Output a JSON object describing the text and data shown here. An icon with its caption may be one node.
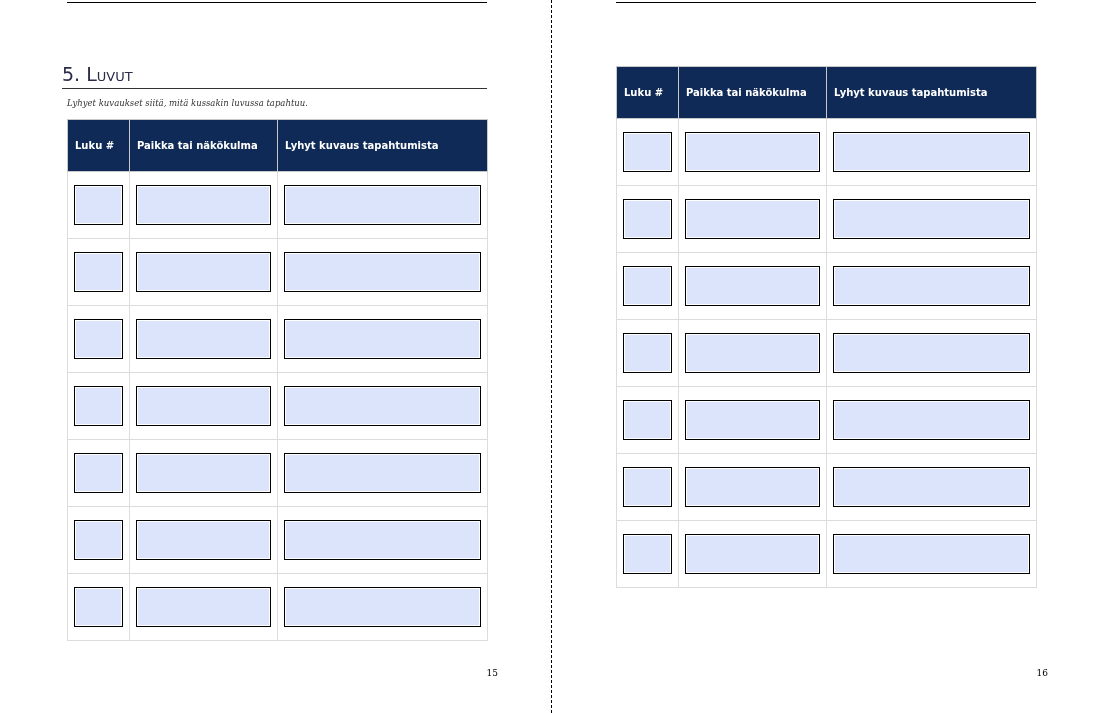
{
  "diagram": {
    "title": "5. Luvut",
    "labels": [
      "Lyhyet kuvaukset siitä, mitä kussakin luvussa tapahtuu.",
      "Luku #",
      "Paikka tai näkökulma",
      "Lyhyt kuvaus tapahtumista",
      "15",
      "Luku #",
      "Paikka tai näkökulma",
      "Lyhyt kuvaus tapahtumista",
      "16"
    ]
  }
}
